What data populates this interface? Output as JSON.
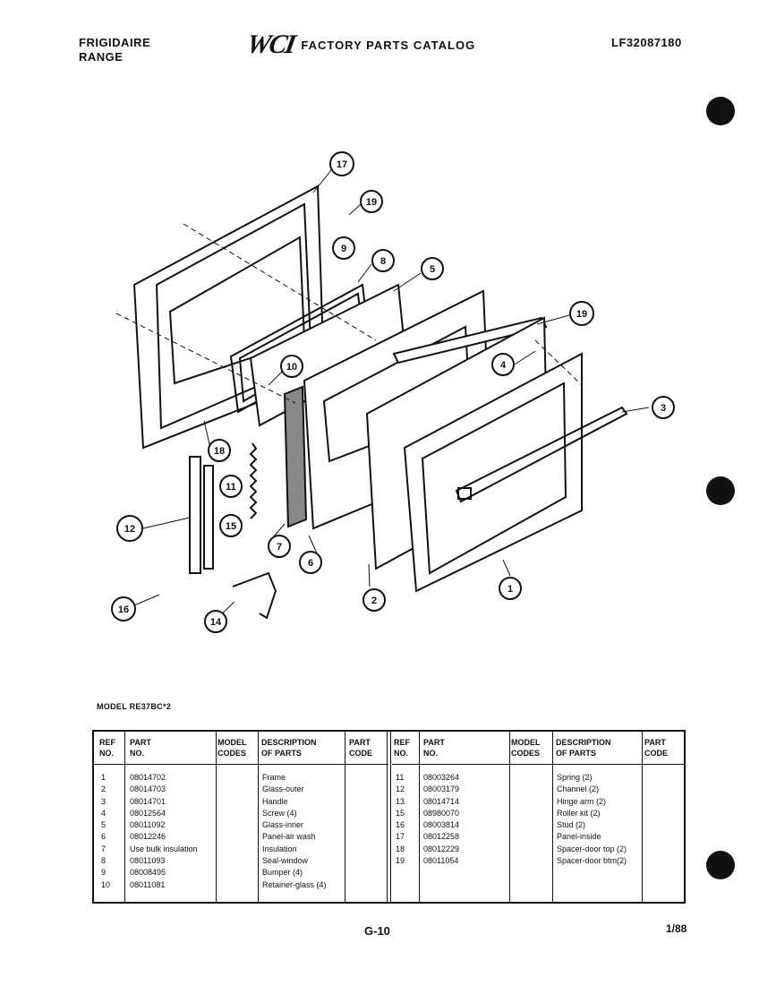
{
  "header": {
    "brand_line1": "FRIGIDAIRE",
    "brand_line2": "RANGE",
    "logo": "WCI",
    "catalog_title": "FACTORY PARTS CATALOG",
    "catalog_number": "LF32087180"
  },
  "diagram": {
    "callouts": [
      "17",
      "19",
      "9",
      "8",
      "5",
      "19",
      "4",
      "3",
      "10",
      "18",
      "11",
      "12",
      "15",
      "7",
      "6",
      "2",
      "1",
      "16",
      "14"
    ]
  },
  "model_line": "MODEL RE37BC*2",
  "table": {
    "headers": {
      "ref": [
        "REF",
        "NO."
      ],
      "part": [
        "PART",
        "NO."
      ],
      "model": [
        "MODEL",
        "CODES"
      ],
      "desc": [
        "DESCRIPTION",
        "OF PARTS"
      ],
      "partcode": [
        "PART",
        "CODE"
      ]
    },
    "left_rows": [
      {
        "ref": "1",
        "part": "08014702",
        "desc": "Frame"
      },
      {
        "ref": "2",
        "part": "08014703",
        "desc": "Glass-outer"
      },
      {
        "ref": "3",
        "part": "08014701",
        "desc": "Handle"
      },
      {
        "ref": "4",
        "part": "08012564",
        "desc": "Screw (4)"
      },
      {
        "ref": "5",
        "part": "08011092",
        "desc": "Glass-inner"
      },
      {
        "ref": "6",
        "part": "08012246",
        "desc": "Panel-air wash"
      },
      {
        "ref": "7",
        "part": "Use bulk insulation",
        "desc": "Insulation"
      },
      {
        "ref": "8",
        "part": "08011093",
        "desc": "Seal-window"
      },
      {
        "ref": "9",
        "part": "08008495",
        "desc": "Bumper (4)"
      },
      {
        "ref": "10",
        "part": "08011081",
        "desc": "Retainer-glass (4)"
      }
    ],
    "right_rows": [
      {
        "ref": "11",
        "part": "08003264",
        "desc": "Spring (2)"
      },
      {
        "ref": "12",
        "part": "08003179",
        "desc": "Channel (2)"
      },
      {
        "ref": "13",
        "part": "08014714",
        "desc": "Hinge arm (2)"
      },
      {
        "ref": "15",
        "part": "08980070",
        "desc": "Roller kit (2)"
      },
      {
        "ref": "16",
        "part": "08003814",
        "desc": "Stud (2)"
      },
      {
        "ref": "17",
        "part": "08012258",
        "desc": "Panel-inside"
      },
      {
        "ref": "18",
        "part": "08012229",
        "desc": "Spacer-door top (2)"
      },
      {
        "ref": "19",
        "part": "08011054",
        "desc": "Spacer-door btm(2)"
      }
    ]
  },
  "footer": {
    "page": "G-10",
    "date": "1/88"
  }
}
